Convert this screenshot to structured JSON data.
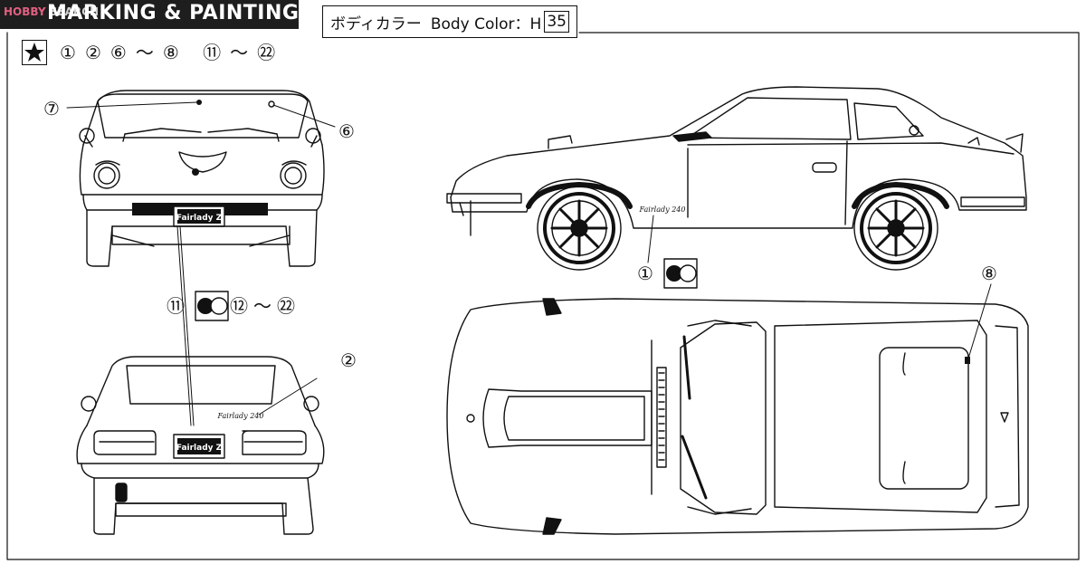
{
  "watermark": {
    "prefix": "HOBBY",
    "suffix": "SEARCH"
  },
  "header": {
    "title": "MARKING & PAINTING"
  },
  "body_color": {
    "label_jp": "ボディカラー",
    "label_en": "Body Color：H",
    "code": "35"
  },
  "decal_set": {
    "items": [
      "①",
      "②",
      "⑥",
      "〜",
      "⑧",
      "⑪",
      "〜",
      "㉒"
    ]
  },
  "callouts": {
    "front_left": "⑦",
    "front_right": "⑥",
    "plates_start": "⑪",
    "plates_tilde": "〜",
    "plates_end": "⑫",
    "plates_last": "㉒",
    "rear_logo": "②",
    "side_stripe": "①",
    "top_plate": "⑧"
  },
  "plates": {
    "front": "Fairlady Z",
    "rear": "Fairlady Z"
  },
  "emblems": {
    "side": "Fairlady 240",
    "rear": "Fairlady 240"
  },
  "colors": {
    "ink": "#111111",
    "header_bg": "#1e1e1e",
    "header_text": "#ffffff",
    "paint_white": "#ffffff",
    "paint_black": "#111111"
  }
}
